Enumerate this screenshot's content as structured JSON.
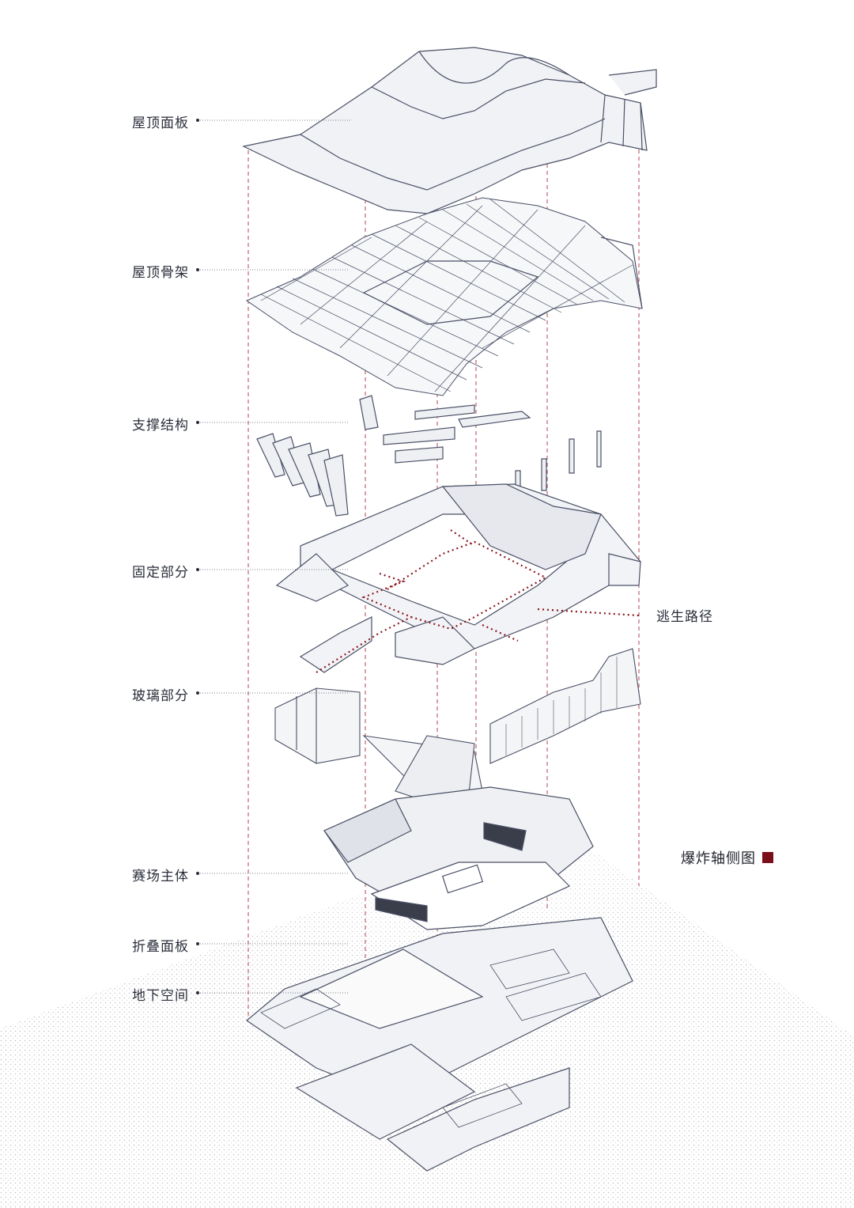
{
  "layers": [
    {
      "id": "roof-panel",
      "label": "屋顶面板"
    },
    {
      "id": "roof-frame",
      "label": "屋顶骨架"
    },
    {
      "id": "support-structure",
      "label": "支撑结构"
    },
    {
      "id": "fixed-part",
      "label": "固定部分"
    },
    {
      "id": "glass-part",
      "label": "玻璃部分"
    },
    {
      "id": "arena-main",
      "label": "赛场主体"
    },
    {
      "id": "folding-panel",
      "label": "折叠面板"
    },
    {
      "id": "underground-space",
      "label": "地下空间"
    }
  ],
  "escape_route": {
    "label": "逃生路径",
    "color": "#8b1a22"
  },
  "caption": {
    "text": "爆炸轴侧图",
    "swatch_color": "#7a0f1a"
  },
  "colors": {
    "line": "#4a5066",
    "fill": "#eef0f4",
    "accent": "#8b1a22",
    "text": "#2a2e3a"
  }
}
